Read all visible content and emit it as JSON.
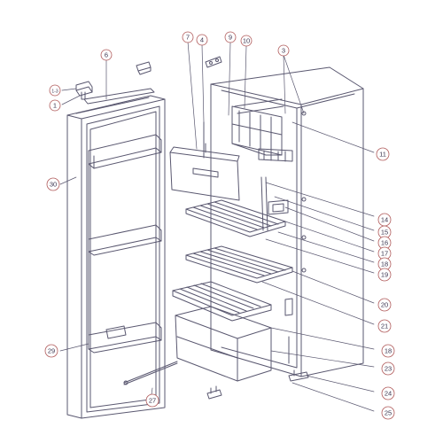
{
  "callouts": [
    {
      "id": "1",
      "text": "1"
    },
    {
      "id": "1-3",
      "text": "1-3"
    },
    {
      "id": "3",
      "text": "3"
    },
    {
      "id": "4",
      "text": "4"
    },
    {
      "id": "6",
      "text": "6"
    },
    {
      "id": "7",
      "text": "7"
    },
    {
      "id": "9",
      "text": "9"
    },
    {
      "id": "10",
      "text": "10"
    },
    {
      "id": "11",
      "text": "11"
    },
    {
      "id": "14",
      "text": "14"
    },
    {
      "id": "15",
      "text": "15"
    },
    {
      "id": "16",
      "text": "16"
    },
    {
      "id": "17",
      "text": "17"
    },
    {
      "id": "18a",
      "text": "18"
    },
    {
      "id": "19",
      "text": "19"
    },
    {
      "id": "20",
      "text": "20"
    },
    {
      "id": "21",
      "text": "21"
    },
    {
      "id": "18b",
      "text": "18"
    },
    {
      "id": "23",
      "text": "23"
    },
    {
      "id": "24",
      "text": "24"
    },
    {
      "id": "25",
      "text": "25"
    },
    {
      "id": "27",
      "text": "27"
    },
    {
      "id": "29",
      "text": "29"
    },
    {
      "id": "30",
      "text": "30"
    }
  ],
  "colors": {
    "line": "#5a5870",
    "circle": "#b05a5a",
    "text": "#3a3550"
  }
}
